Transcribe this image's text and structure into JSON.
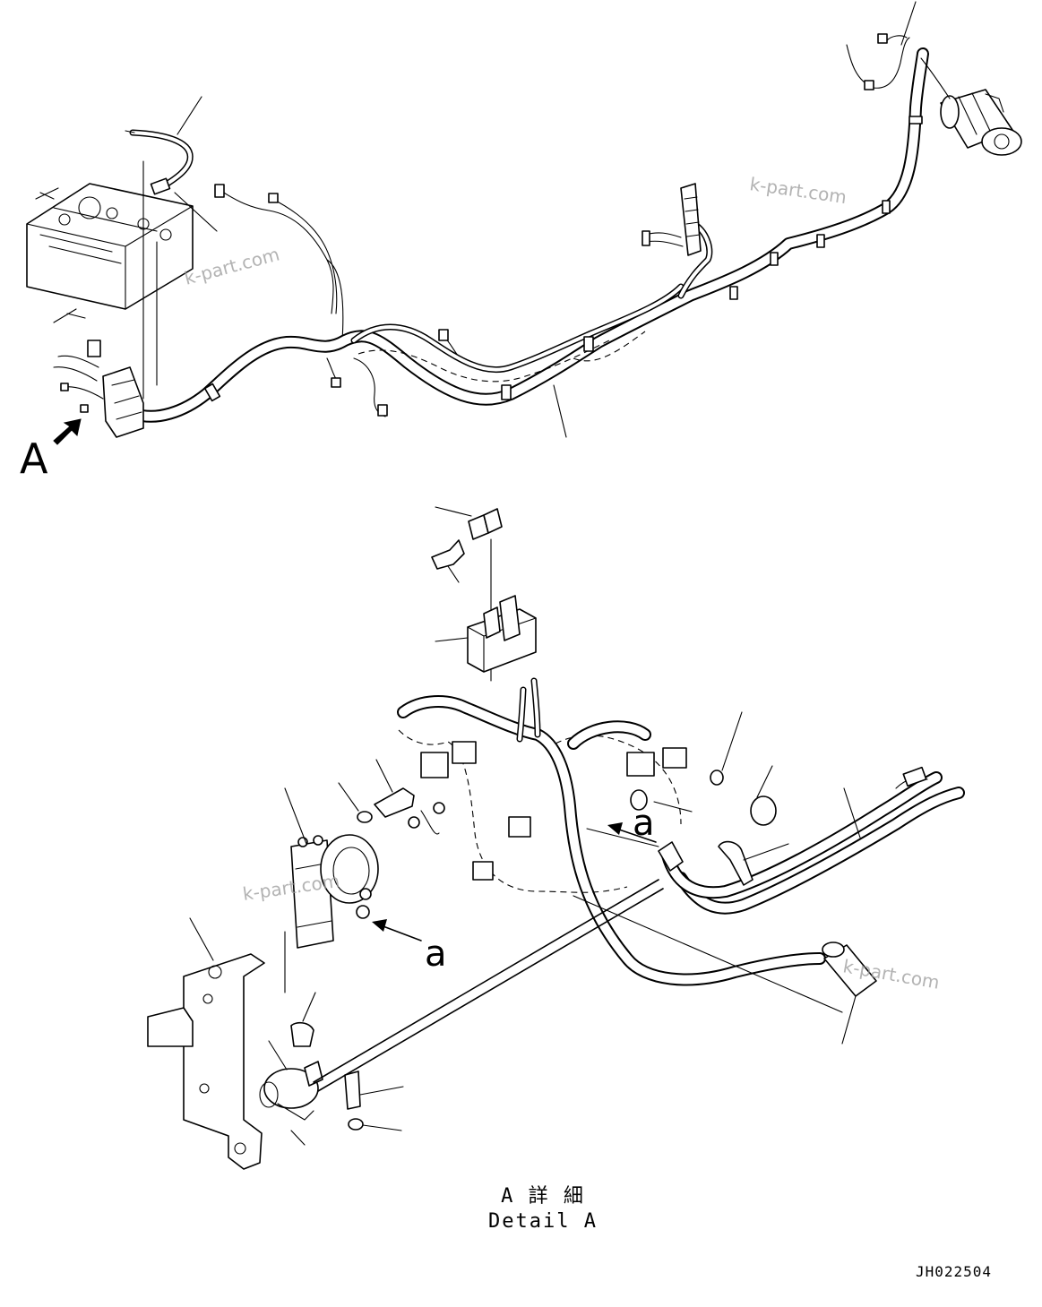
{
  "labels": {
    "view_marker": "A",
    "arrow_a_1": "a",
    "arrow_a_2": "a"
  },
  "caption": {
    "jp": "A 詳 細",
    "en": "Detail A"
  },
  "drawing_code": "JH022504",
  "watermarks": [
    "k-part.com",
    "k-part.com",
    "k-part.com",
    "k-part.com"
  ]
}
